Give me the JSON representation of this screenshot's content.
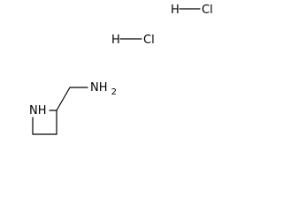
{
  "molecule": {
    "ring_nitrogen": "NH",
    "amine": "NH2",
    "salts": [
      {
        "h": "H",
        "cl": "Cl"
      },
      {
        "h": "H",
        "cl": "Cl"
      }
    ]
  }
}
